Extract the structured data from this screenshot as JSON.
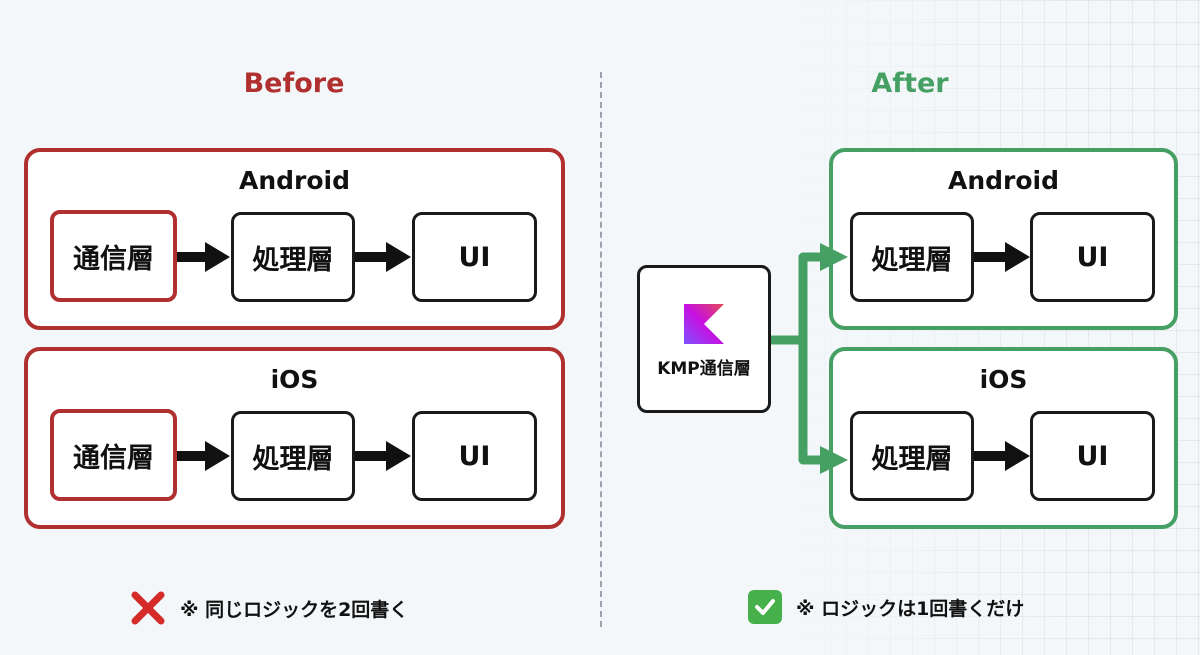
{
  "colors": {
    "before": "#b03030",
    "after": "#46a064",
    "dark": "#1a1a1a",
    "background": "#f4f7f9"
  },
  "before": {
    "heading": "Before",
    "platforms": [
      {
        "title": "Android",
        "nodes": [
          "通信層",
          "処理層",
          "UI"
        ]
      },
      {
        "title": "iOS",
        "nodes": [
          "通信層",
          "処理層",
          "UI"
        ]
      }
    ],
    "note": "※ 同じロジックを2回書く",
    "note_icon": "cross-icon"
  },
  "after": {
    "heading": "After",
    "shared": {
      "label": "KMP通信層",
      "icon": "kotlin-logo-icon"
    },
    "platforms": [
      {
        "title": "Android",
        "nodes": [
          "処理層",
          "UI"
        ]
      },
      {
        "title": "iOS",
        "nodes": [
          "処理層",
          "UI"
        ]
      }
    ],
    "note": "※ ロジックは1回書くだけ",
    "note_icon": "check-icon"
  }
}
